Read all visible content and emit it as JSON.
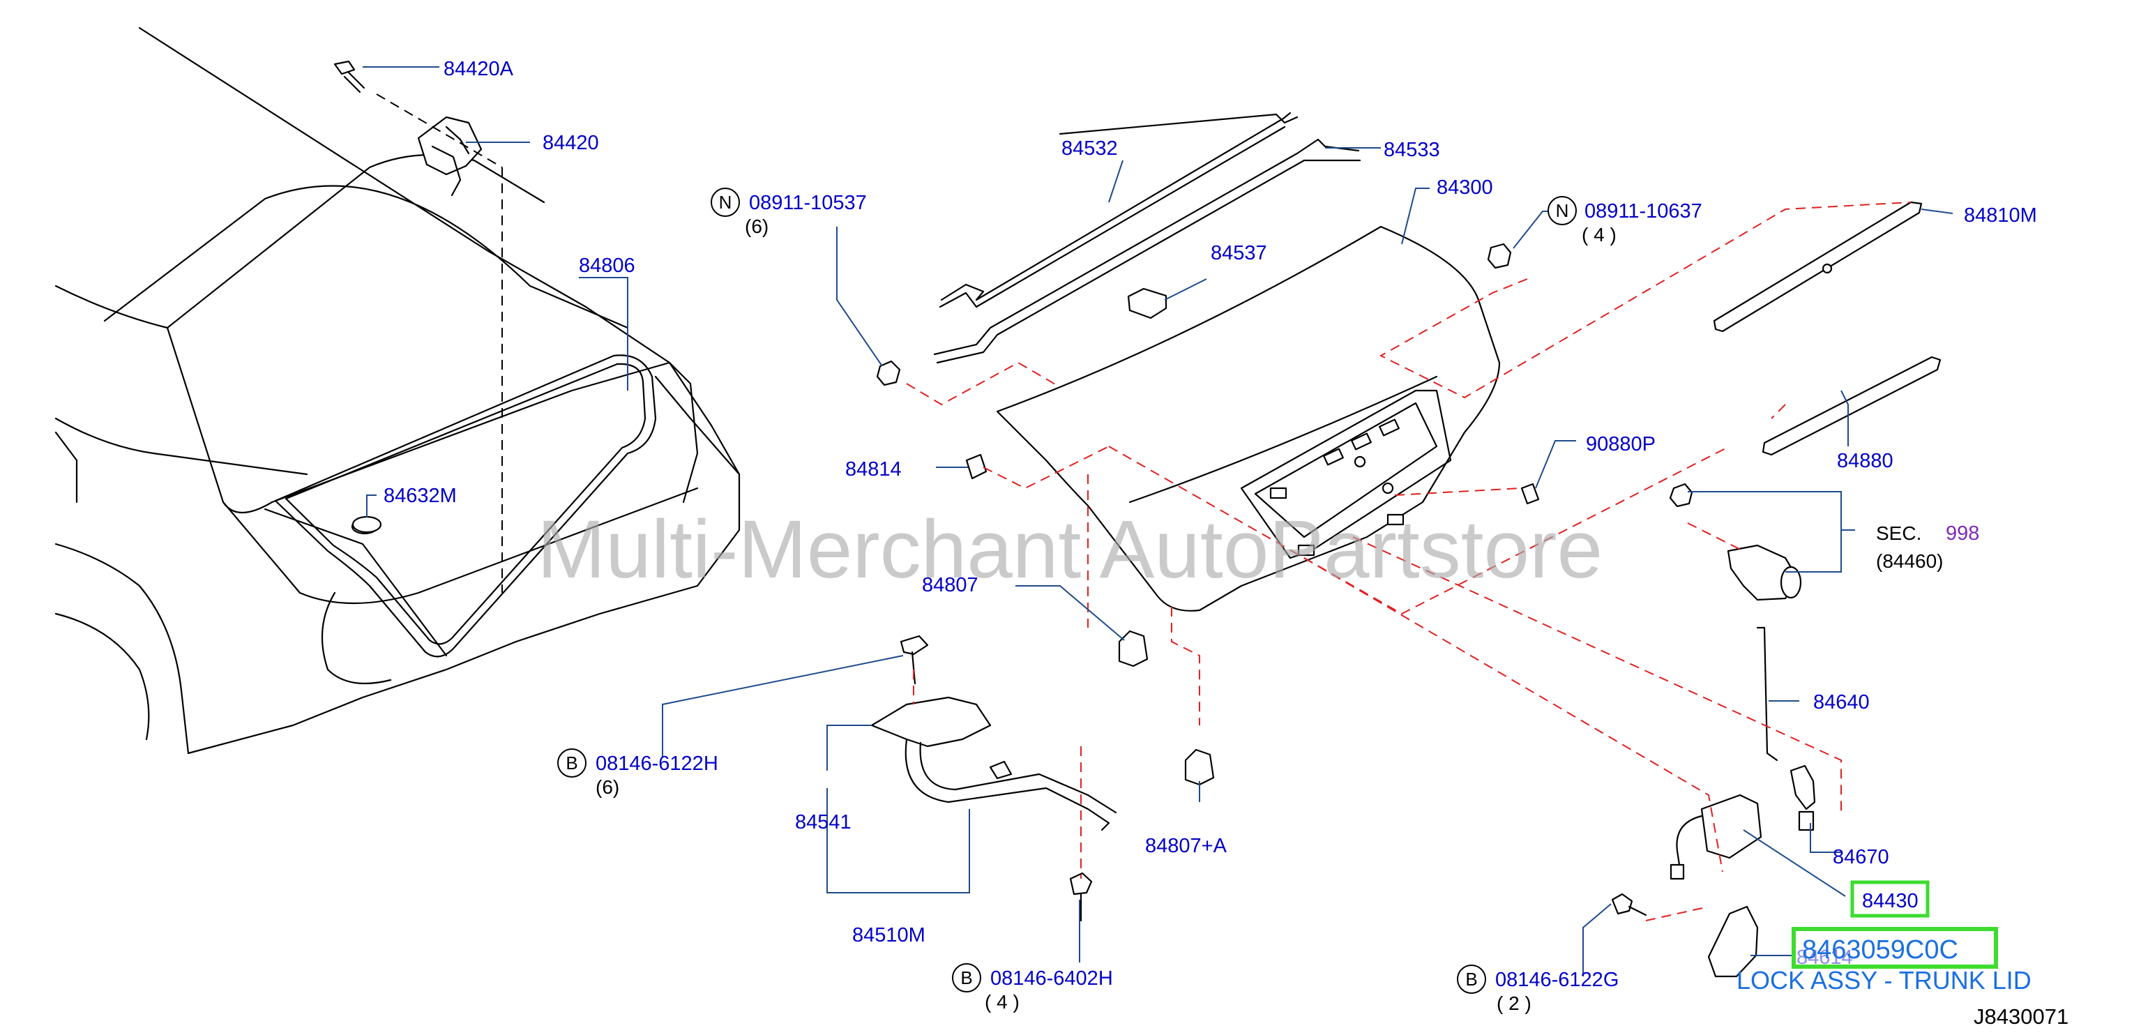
{
  "watermark": "Multi-Merchant AutoPartstore",
  "diagram_id": "J8430071",
  "labels": {
    "p84420A": "84420A",
    "p84420": "84420",
    "p84806": "84806",
    "p84632M": "84632M",
    "p84532": "84532",
    "p84533": "84533",
    "p84300": "84300",
    "p84537": "84537",
    "p84814": "84814",
    "p84807": "84807",
    "p84807A": "84807+A",
    "p84541": "84541",
    "p84510M": "84510M",
    "p90880P": "90880P",
    "p84810M": "84810M",
    "p84880": "84880",
    "sec": "SEC.",
    "sec_num": "998",
    "p84460": "(84460)",
    "p84640": "84640",
    "p84670": "84670",
    "p84430": "84430",
    "p84614": "84614"
  },
  "fasteners": {
    "n1": {
      "letter": "N",
      "code": "08911-10537",
      "qty": "(6)"
    },
    "n2": {
      "letter": "N",
      "code": "08911-10637",
      "qty": "( 4 )"
    },
    "b1": {
      "letter": "B",
      "code": "08146-6122H",
      "qty": "(6)"
    },
    "b2": {
      "letter": "B",
      "code": "08146-6402H",
      "qty": "( 4 )"
    },
    "b3": {
      "letter": "B",
      "code": "08146-6122G",
      "qty": "( 2 )"
    }
  },
  "highlight": {
    "part_number": "8463059C0C",
    "description": "LOCK ASSY - TRUNK LID",
    "color": "#3ddc2f"
  }
}
